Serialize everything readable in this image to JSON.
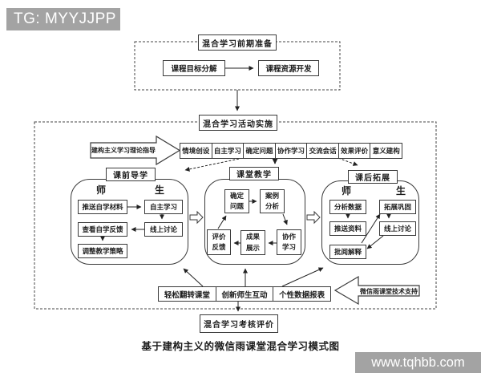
{
  "colors": {
    "box_gray": "#a3a3a3",
    "line": "#333333"
  },
  "overlay": {
    "tg": "TG: MYYJJPP",
    "watermark": "www.tqhbb.com"
  },
  "prep": {
    "title": "混合学习前期准备",
    "goal": "课程目标分解",
    "resource": "课程资源开发"
  },
  "impl": {
    "title": "混合学习活动实施",
    "theory": "建构主义学习理论指导",
    "activities": [
      "情境创设",
      "自主学习",
      "确定问题",
      "协作学习",
      "交流会话",
      "效果评价",
      "意义建构"
    ],
    "pre": {
      "title": "课前导学",
      "teacher": "师",
      "student": "生",
      "t_items": [
        "推送自学材料",
        "查看自学反馈",
        "调整教学策略"
      ],
      "s_items": [
        "自主学习",
        "线上讨论"
      ]
    },
    "mid": {
      "title": "课堂教学",
      "items": [
        "确定问题",
        "案例分析",
        "评价反馈",
        "成果展示",
        "协作学习"
      ]
    },
    "post": {
      "title": "课后拓展",
      "teacher": "师",
      "student": "生",
      "t_items": [
        "分析数据",
        "推送资料",
        "批阅解释"
      ],
      "s_items": [
        "拓展巩固",
        "线上讨论"
      ]
    },
    "features": [
      "轻松翻转课堂",
      "创新师生互动",
      "个性数据报表"
    ],
    "support": "微信雨课堂技术支持"
  },
  "assessment": "混合学习考核评价",
  "caption": "基于建构主义的微信雨课堂混合学习模式图"
}
